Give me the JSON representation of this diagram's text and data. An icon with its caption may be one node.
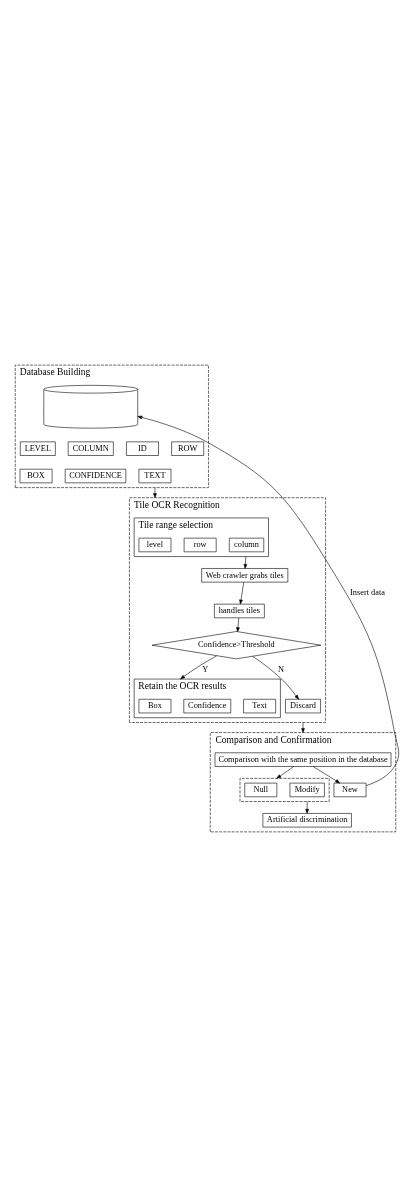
{
  "diagram": {
    "nodes": [
      {
        "text": [
          "Database Building"
        ]
      },
      {
        "text": [],
        "shape": "cylinder",
        "in": 0
      },
      {
        "text": [
          "LEVEL"
        ],
        "in": 0
      },
      {
        "text": [
          "COLUMN"
        ],
        "in": 0
      },
      {
        "text": [
          "ID"
        ],
        "in": 0
      },
      {
        "text": [
          "ROW"
        ],
        "in": 0
      },
      {
        "text": [
          "BOX"
        ],
        "in": 0
      },
      {
        "text": [
          "CONFIDENCE"
        ],
        "in": 0
      },
      {
        "text": [
          "TEXT"
        ],
        "in": 0
      },
      {
        "text": [
          "Tile OCR Recognition"
        ]
      },
      {
        "text": [
          "Tile range selection"
        ],
        "in": 9
      },
      {
        "text": [
          "level"
        ],
        "in": 10
      },
      {
        "text": [
          "row"
        ],
        "in": 10
      },
      {
        "text": [
          "column"
        ],
        "in": 10
      },
      {
        "text": [
          "Web crawler grabs tiles"
        ],
        "in": 9
      },
      {
        "text": [
          "handles tiles"
        ],
        "in": 9
      },
      {
        "text": [
          "Confidence>Threshold"
        ],
        "in": 9
      },
      {
        "text": [
          "Retain the OCR results"
        ],
        "in": 9
      },
      {
        "text": [
          "Box"
        ],
        "in": 17
      },
      {
        "text": [
          "Confidence"
        ],
        "in": 17
      },
      {
        "text": [
          "Text"
        ],
        "in": 17
      },
      {
        "text": [
          "Discard"
        ],
        "in": 9
      },
      {
        "text": [
          "Comparison and Confirmation"
        ]
      },
      {
        "text": [
          "Comparison with the same position in the database"
        ],
        "in": 22
      },
      {
        "text": [],
        "shape": "box",
        "in": 22
      },
      {
        "text": [
          "Null"
        ],
        "in": 24
      },
      {
        "text": [
          "Modify"
        ],
        "in": 24
      },
      {
        "text": [
          "New"
        ],
        "in": 22
      },
      {
        "text": [
          "Artificial discrimination"
        ],
        "in": 22
      }
    ],
    "edges": [
      {
        "from": 0,
        "to": 9,
        "arrow": "to"
      },
      {
        "from": 10,
        "to": 14,
        "arrow": "to"
      },
      {
        "from": 14,
        "to": 15,
        "arrow": "to"
      },
      {
        "from": 15,
        "to": 16,
        "arrow": "to"
      },
      {
        "from": 16,
        "to": 17,
        "arrow": "to",
        "label": "Y"
      },
      {
        "from": 16,
        "to": 21,
        "arrow": "to",
        "label": "N"
      },
      {
        "from": 9,
        "to": 22,
        "arrow": "to"
      },
      {
        "from": 23,
        "to": 24,
        "arrow": "to"
      },
      {
        "from": 23,
        "to": 27,
        "arrow": "to"
      },
      {
        "from": 24,
        "to": 28,
        "arrow": "to"
      },
      {
        "from": 27,
        "to": 1,
        "arrow": "to",
        "label": "Insert data"
      }
    ]
  }
}
